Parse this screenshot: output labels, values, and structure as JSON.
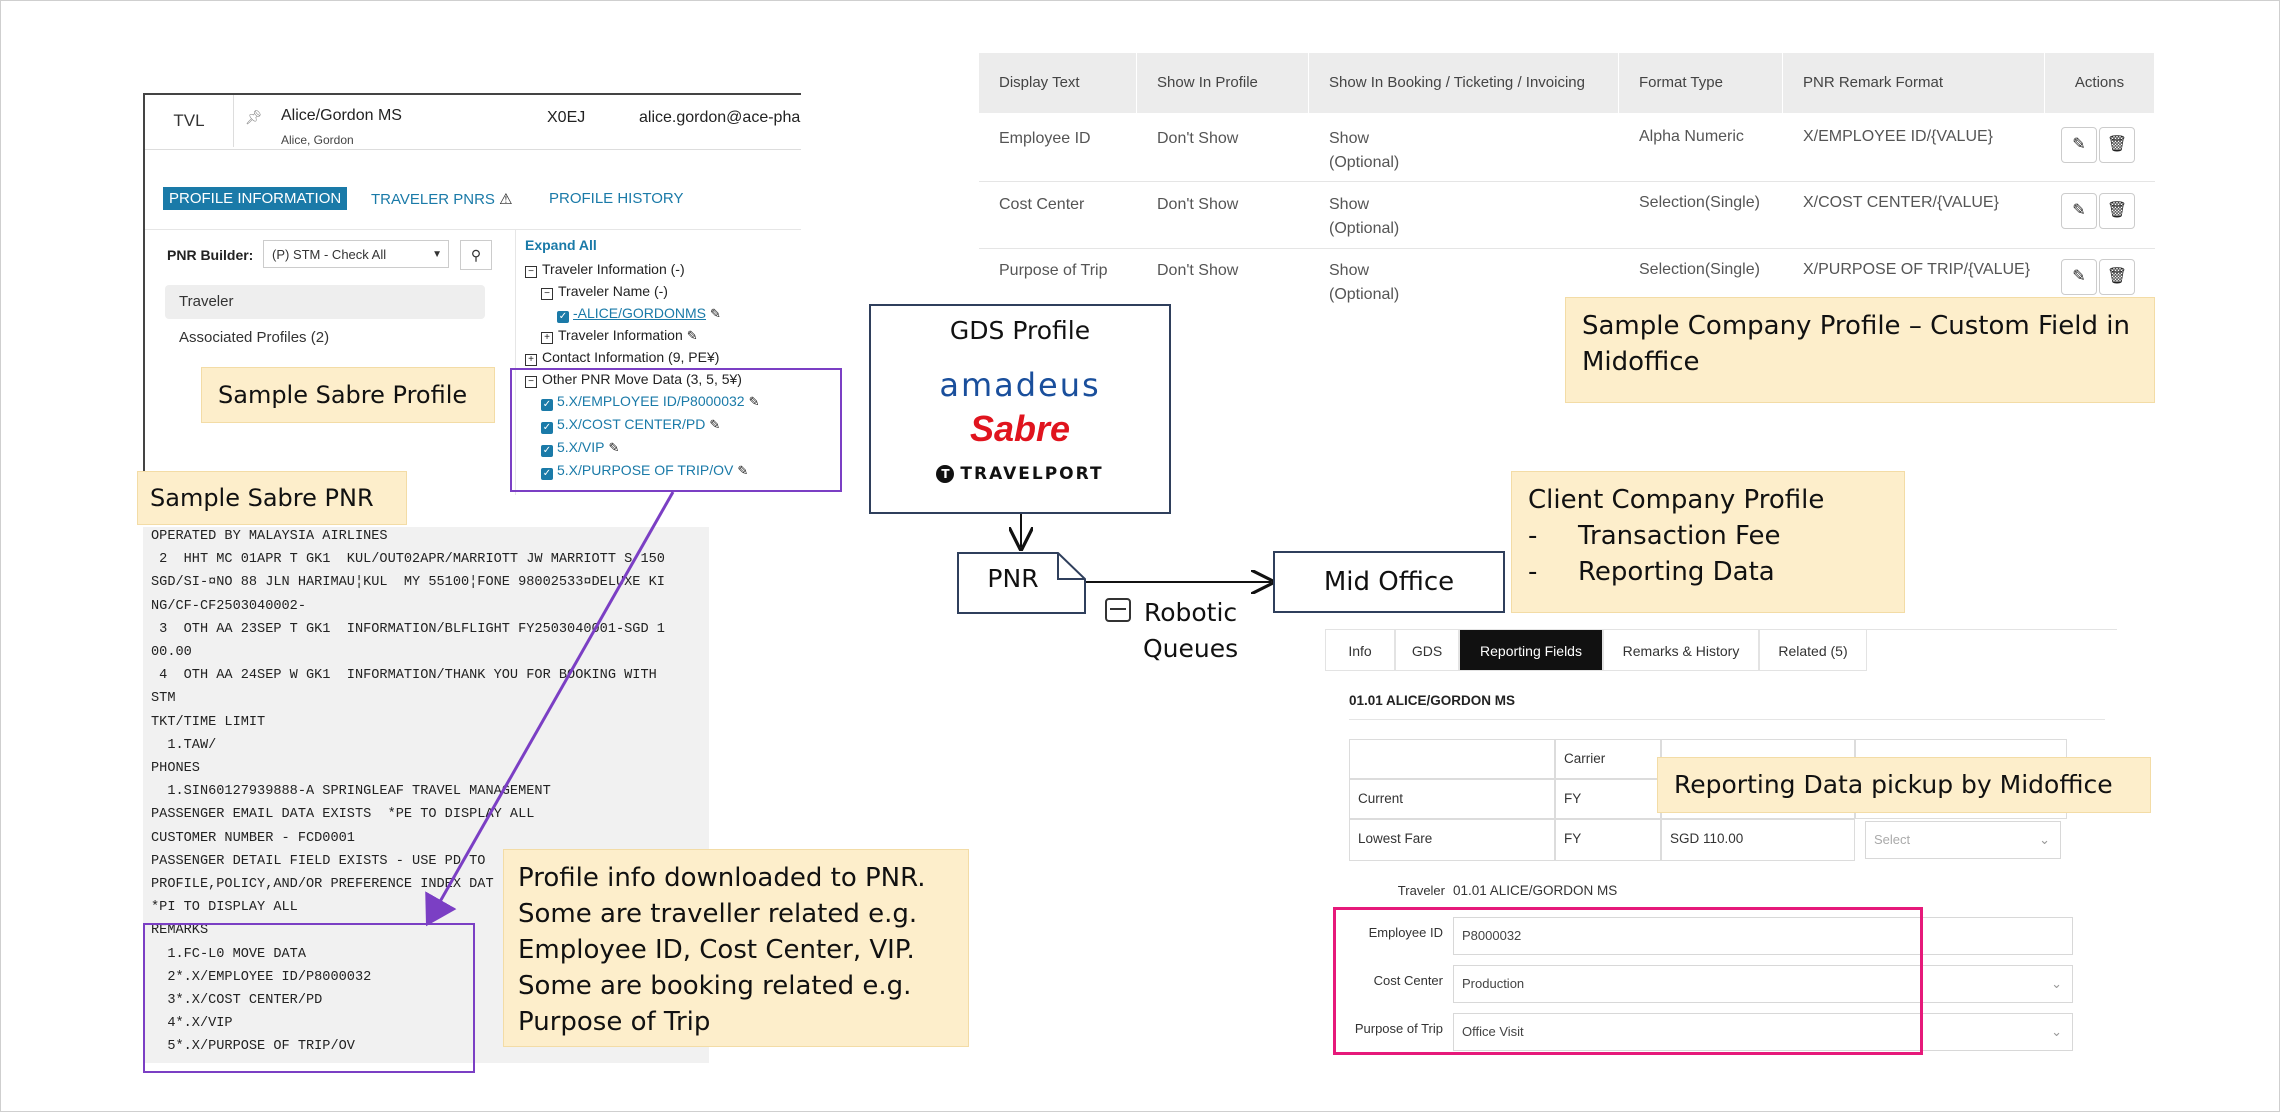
{
  "sabre_profile": {
    "tab": "TVL",
    "traveler_name": "Alice/Gordon MS",
    "traveler_sub": "Alice, Gordon",
    "record_locator": "X0EJ",
    "email": "alice.gordon@ace-phar",
    "tabs": [
      "PROFILE INFORMATION",
      "TRAVELER PNRS",
      "PROFILE HISTORY"
    ],
    "pnr_builder_label": "PNR Builder:",
    "pnr_builder_value": "(P) STM - Check All",
    "left_items": [
      "Traveler",
      "Associated Profiles (2)"
    ],
    "expand_all": "Expand All",
    "tree": [
      "Traveler Information (-)",
      "Traveler Name (-)",
      "-ALICE/GORDONMS",
      "Traveler Information",
      "Contact Information (9, PE¥)",
      "Other PNR Move Data (3, 5, 5¥)",
      "5.X/EMPLOYEE ID/P8000032",
      "5.X/COST CENTER/PD",
      "5.X/VIP",
      "5.X/PURPOSE OF TRIP/OV"
    ]
  },
  "notes": {
    "sabre_profile": "Sample Sabre Profile",
    "sabre_pnr": "Sample Sabre PNR",
    "company_profile": "Sample Company Profile – Custom Field in Midoffice",
    "client_title": "Client Company Profile",
    "client_items": [
      "Transaction Fee",
      "Reporting Data"
    ],
    "client_bullet": "-",
    "reporting": "Reporting Data pickup by Midoffice",
    "profile_info": [
      "Profile info downloaded to PNR.",
      "Some are traveller related e.g.",
      "Employee ID, Cost Center, VIP.",
      "Some are booking related e.g.",
      "Purpose of Trip"
    ]
  },
  "pnr_lines": [
    "OPERATED BY MALAYSIA AIRLINES",
    " 2  HHT MC 01APR T GK1  KUL/OUT02APR/MARRIOTT JW MARRIOTT S/150",
    "SGD/SI-¤NO 88 JLN HARIMAU¦KUL  MY 55100¦FONE 98002533¤DELUXE KI",
    "NG/CF-CF2503040002-",
    " 3  OTH AA 23SEP T GK1  INFORMATION/BLFLIGHT FY2503040001-SGD 1",
    "00.00",
    " 4  OTH AA 24SEP W GK1  INFORMATION/THANK YOU FOR BOOKING WITH",
    "STM",
    "TKT/TIME LIMIT",
    "  1.TAW/",
    "PHONES",
    "  1.SIN60127939888-A SPRINGLEAF TRAVEL MANAGEMENT",
    "PASSENGER EMAIL DATA EXISTS  *PE TO DISPLAY ALL",
    "CUSTOMER NUMBER - FCD0001",
    "PASSENGER DETAIL FIELD EXISTS - USE PD TO",
    "PROFILE,POLICY,AND/OR PREFERENCE INDEX DAT",
    "*PI TO DISPLAY ALL",
    "REMARKS",
    "  1.FC-L0 MOVE DATA",
    "  2*.X/EMPLOYEE ID/P8000032",
    "  3*.X/COST CENTER/PD",
    "  4*.X/VIP",
    "  5*.X/PURPOSE OF TRIP/OV"
  ],
  "company_table": {
    "headers": [
      "Display Text",
      "Show In Profile",
      "Show In Booking / Ticketing / Invoicing",
      "Format Type",
      "PNR Remark Format",
      "Actions"
    ],
    "rows": [
      {
        "display": "Employee ID",
        "profile": "Don't Show",
        "booking": "Show",
        "booking2": "(Optional)",
        "format": "Alpha Numeric",
        "remark": "X/EMPLOYEE ID/{VALUE}"
      },
      {
        "display": "Cost Center",
        "profile": "Don't Show",
        "booking": "Show",
        "booking2": "(Optional)",
        "format": "Selection(Single)",
        "remark": "X/COST CENTER/{VALUE}"
      },
      {
        "display": "Purpose of Trip",
        "profile": "Don't Show",
        "booking": "Show",
        "booking2": "(Optional)",
        "format": "Selection(Single)",
        "remark": "X/PURPOSE OF TRIP/{VALUE}"
      }
    ]
  },
  "gds_box": {
    "title": "GDS Profile",
    "logos": [
      "amadeus",
      "Sabre",
      "TRAVELPORT"
    ]
  },
  "flow": {
    "pnr": "PNR",
    "mid_office": "Mid Office",
    "robotic_queues": [
      "Robotic",
      "Queues"
    ]
  },
  "mid_ui": {
    "tabs": [
      "Info",
      "GDS",
      "Reporting Fields",
      "Remarks & History",
      "Related (5)"
    ],
    "traveler_heading": "01.01 ALICE/GORDON MS",
    "table_header": "Carrier",
    "rows": [
      {
        "label": "Current",
        "carrier": "FY"
      },
      {
        "label": "Lowest Fare",
        "carrier": "FY",
        "fare": "SGD 110.00",
        "select": "Select"
      }
    ],
    "traveler_label": "Traveler",
    "traveler_value": "01.01 ALICE/GORDON MS",
    "fields": [
      {
        "label": "Employee ID",
        "value": "P8000032"
      },
      {
        "label": "Cost Center",
        "value": "Production"
      },
      {
        "label": "Purpose of Trip",
        "value": "Office Visit"
      }
    ]
  },
  "colors": {
    "purple": "#7b3fc4",
    "magenta": "#e6197a",
    "teal": "#1a7aa8",
    "note_bg": "#fdeecb",
    "box_border": "#2f3f5c"
  }
}
